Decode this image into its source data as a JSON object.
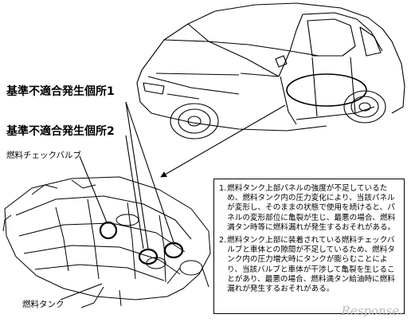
{
  "labels": {
    "defect_location_1": "基準不適合発生個所1",
    "defect_location_2": "基準不適合発生個所2",
    "fuel_check_valve": "燃料チェックバルブ",
    "fuel_tank": "燃料タンク"
  },
  "notes": [
    {
      "number": "1.",
      "text": "燃料タンク上部パネルの強度が不足しているため、燃料タンク内の圧力変化により、当該パネルが変形し、そのままの状態で使用を続けると、パネルの変形部位に亀裂が生じ、最悪の場合、燃料満タン時等に燃料漏れが発生するおそれがある。"
    },
    {
      "number": "2.",
      "text": "燃料タンク上部に装着されている燃料チェックバルブと車体との隙間が不足しているため、燃料タンク内の圧力増大時にタンクが膨らむことにより、当該バルブと車体が干渉して亀裂を生じることがあり、最悪の場合、燃料満タン給油時に燃料漏れが発生するおそれがある。"
    }
  ],
  "watermark": "Response.",
  "colors": {
    "line": "#000000",
    "background": "#ffffff",
    "watermark": "#bbbbbb"
  }
}
